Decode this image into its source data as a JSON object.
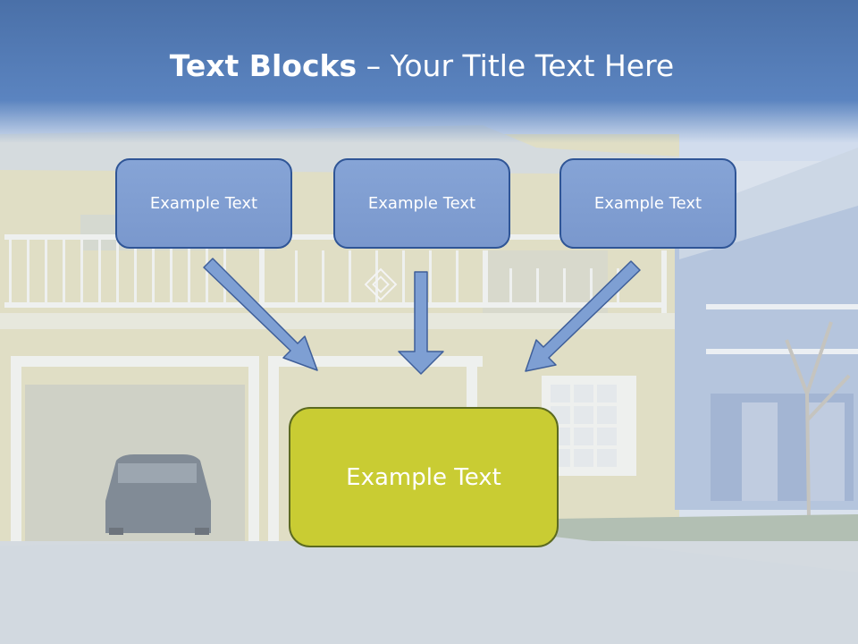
{
  "title": {
    "bold": "Text Blocks",
    "dash": " – ",
    "rest": "Your Title Text Here"
  },
  "boxes": [
    {
      "label": "Example Text"
    },
    {
      "label": "Example Text"
    },
    {
      "label": "Example Text"
    }
  ],
  "main_box": {
    "label": "Example Text"
  },
  "colors": {
    "title_band": "#4a70a8",
    "box_fill": "#7a98cd",
    "box_border": "#2f5596",
    "main_fill": "#c9cc33",
    "arrow_fill": "#7e9fd3",
    "arrow_stroke": "#3f5f9a"
  }
}
